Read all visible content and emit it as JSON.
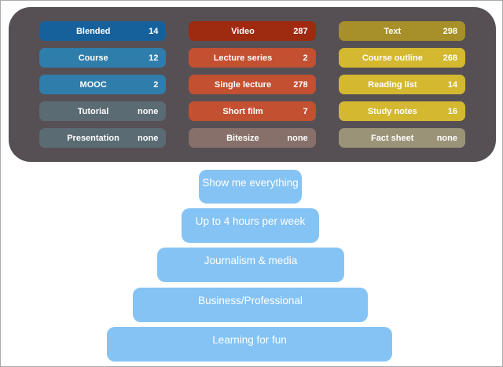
{
  "panel": {
    "bg_color": "#565054",
    "columns": [
      {
        "rows": [
          {
            "label": "Blended",
            "value": "14",
            "color": "#16619c"
          },
          {
            "label": "Course",
            "value": "12",
            "color": "#2f7dab"
          },
          {
            "label": "MOOC",
            "value": "2",
            "color": "#2f7dab"
          },
          {
            "label": "Tutorial",
            "value": "none",
            "color": "#5a6b73"
          },
          {
            "label": "Presentation",
            "value": "none",
            "color": "#5a6b73"
          }
        ]
      },
      {
        "rows": [
          {
            "label": "Video",
            "value": "287",
            "color": "#9e2a10"
          },
          {
            "label": "Lecture series",
            "value": "2",
            "color": "#c25031"
          },
          {
            "label": "Single lecture",
            "value": "278",
            "color": "#c25031"
          },
          {
            "label": "Short film",
            "value": "7",
            "color": "#c25031"
          },
          {
            "label": "Bitesize",
            "value": "none",
            "color": "#877069"
          }
        ]
      },
      {
        "rows": [
          {
            "label": "Text",
            "value": "298",
            "color": "#a78f29"
          },
          {
            "label": "Course outline",
            "value": "268",
            "color": "#d3b830"
          },
          {
            "label": "Reading list",
            "value": "14",
            "color": "#d3b830"
          },
          {
            "label": "Study notes",
            "value": "16",
            "color": "#d3b830"
          },
          {
            "label": "Fact sheet",
            "value": "none",
            "color": "#9a9377"
          }
        ]
      }
    ]
  },
  "pyramid": {
    "button_color": "#85c3f4",
    "buttons": [
      {
        "label": "Show me everything"
      },
      {
        "label": "Up to 4 hours per week"
      },
      {
        "label": "Journalism & media"
      },
      {
        "label": "Business/Professional"
      },
      {
        "label": "Learning for fun"
      }
    ]
  }
}
